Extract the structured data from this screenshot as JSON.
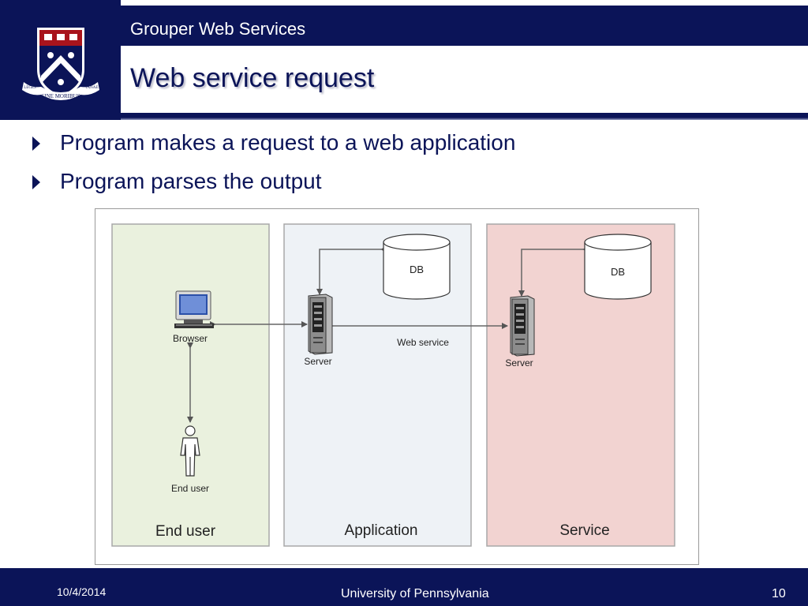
{
  "header": {
    "series_title": "Grouper Web Services",
    "slide_title": "Web service request",
    "logo_motto": "SINE MORIBUS",
    "logo_left_text": "LEGES",
    "logo_right_text": "VANAE"
  },
  "bullets": [
    "Program makes a request to a web application",
    "Program parses the output"
  ],
  "diagram": {
    "panels": {
      "end_user": "End user",
      "application": "Application",
      "service": "Service"
    },
    "nodes": {
      "browser": "Browser",
      "end_user": "End user",
      "app_server": "Server",
      "app_db": "DB",
      "service_server": "Server",
      "service_db": "DB"
    },
    "edge_label": "Web service"
  },
  "footer": {
    "date": "10/4/2014",
    "organization": "University of Pennsylvania",
    "page_number": "10"
  },
  "colors": {
    "navy": "#0b1458",
    "end_user_panel": "#eaf1de",
    "application_panel": "#eef2f6",
    "service_panel": "#f2d3d1"
  }
}
